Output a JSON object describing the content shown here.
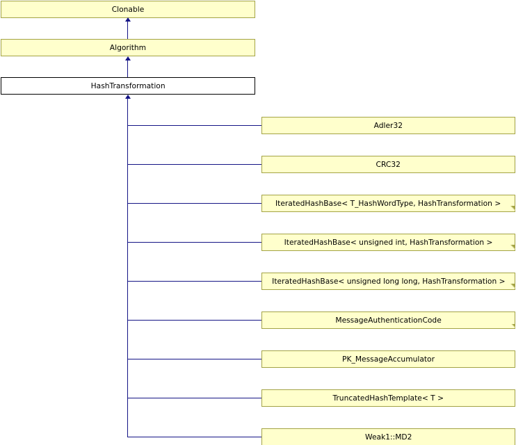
{
  "diagram": {
    "title": "HashTransformation inheritance diagram",
    "type": "uml-class-inheritance",
    "colors": {
      "node_fill": "#ffffcc",
      "node_border": "#a3a345",
      "root_fill": "#ffffff",
      "root_border": "#000000",
      "connector": "#131385",
      "background": "#ffffff"
    },
    "ancestors": [
      {
        "label": "Clonable",
        "style": "filled"
      },
      {
        "label": "Algorithm",
        "style": "filled"
      },
      {
        "label": "HashTransformation",
        "style": "plain"
      }
    ],
    "descendants": [
      {
        "label": "Adler32",
        "template": false
      },
      {
        "label": "CRC32",
        "template": false
      },
      {
        "label": "IteratedHashBase< T_HashWordType, HashTransformation >",
        "template": true
      },
      {
        "label": "IteratedHashBase< unsigned int, HashTransformation >",
        "template": true
      },
      {
        "label": "IteratedHashBase< unsigned long long, HashTransformation >",
        "template": true
      },
      {
        "label": "MessageAuthenticationCode",
        "template": true
      },
      {
        "label": "PK_MessageAccumulator",
        "template": false
      },
      {
        "label": "TruncatedHashTemplate< T >",
        "template": false
      },
      {
        "label": "Weak1::MD2",
        "template": false
      }
    ]
  }
}
